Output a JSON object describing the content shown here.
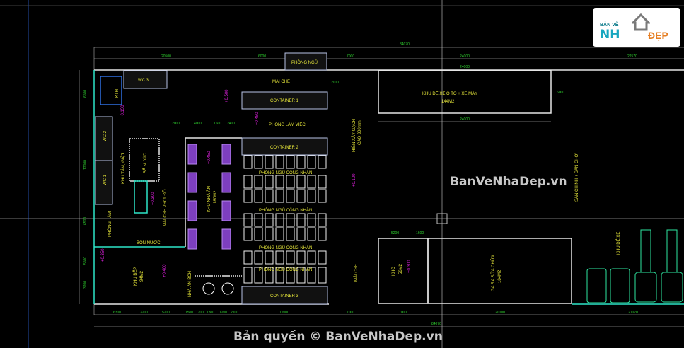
{
  "colors": {
    "background": "#000000",
    "wall": "#e6e6e6",
    "dimension": "#2fd12f",
    "label": "#e8e83a",
    "level": "#e020e0",
    "accent": "#2ee6c8",
    "furniture": "#9b59d6"
  },
  "logo": {
    "top": "BẢN VẼ",
    "main": "NH",
    "suffix": "ĐẸP"
  },
  "watermark": {
    "center": "BanVeNhaDep.vn",
    "copyright": "Bản quyền © BanVeNhaDep.vn"
  },
  "rooms": {
    "phong_ngu": "PHÒNG NGỦ",
    "mai_che": "MÁI CHE",
    "container1": "CONTAINER 1",
    "phong_lam_viec": "PHÒNG LÀM VIỆC",
    "container2": "CONTAINER 2",
    "container3": "CONTAINER 3",
    "phong_ngu_cong_nhan": "PHÒNG NGỦ CÔNG NHÂN",
    "wc3": "WC 3",
    "wc2": "WC 2",
    "wc1": "WC 1",
    "kth": "KTH",
    "khu_tam_giat": "KHU TẮM, GIẶT",
    "be_nuoc": "BỂ NƯỚC",
    "mai_che_phoi_do": "MÁI CHE PHƠI ĐỒ",
    "khu_nha_an": "KHU NHÀ ĂN",
    "khu_nha_an_area": "180M2",
    "phong_tam": "PHÒNG TẮM",
    "bon_nuoc": "BỒN NƯỚC",
    "khu_bep": "KHU BẾP",
    "khu_bep_area": "94M2",
    "nha_an_bch": "NHÀ ĂN BCH",
    "hien_xay": "HIÊN XÂY GẠCH",
    "hien_xay2": "CAO 300mm",
    "mai_che_right": "MÁI CHE",
    "khu_de_xe_oto": "KHU ĐỂ XE Ô TÔ + XE MÁY",
    "khu_de_xe_oto_area": "144M2",
    "san_chinh": "SÂN CHÍNH + SÂN CHƠI",
    "kho": "KHO",
    "kho_area": "56M2",
    "gara": "GA RA SỬA CHỮA",
    "gara_area": "184M2",
    "khu_de_xe": "KHU ĐỂ XE"
  },
  "levels": [
    "+0.500",
    "+0.150",
    "+0.450",
    "+0.450",
    "+0.100",
    "+0.300",
    "+0.350",
    "+0.400",
    "+0.300"
  ],
  "dimensions": {
    "top_total": "84070",
    "top": [
      "20500",
      "6000",
      "7000",
      "24000",
      "22570"
    ],
    "parking": [
      "24000",
      "24000",
      "6000"
    ],
    "bottom": [
      "6300",
      "3200",
      "5200",
      "1500",
      "1200",
      "1800",
      "1200",
      "2100",
      "12000",
      "7000",
      "7000",
      "20000",
      "21070"
    ],
    "bottom_total": "84070",
    "inner": [
      "2000",
      "4000",
      "1600",
      "2400",
      "2000",
      "5200",
      "1600",
      "6500",
      "12000",
      "6500",
      "5500",
      "3200"
    ]
  }
}
